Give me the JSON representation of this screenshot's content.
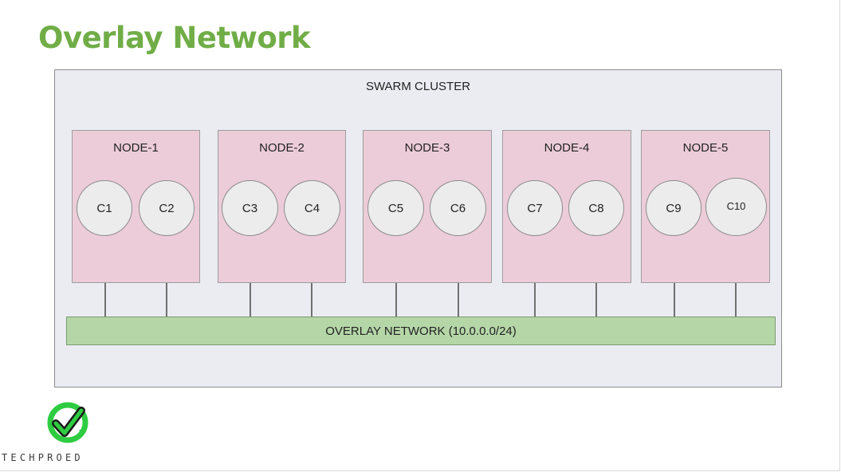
{
  "slide": {
    "title": "Overlay Network"
  },
  "cluster": {
    "label": "SWARM CLUSTER"
  },
  "nodes": [
    {
      "label": "NODE-1",
      "containers": [
        "C1",
        "C2"
      ]
    },
    {
      "label": "NODE-2",
      "containers": [
        "C3",
        "C4"
      ]
    },
    {
      "label": "NODE-3",
      "containers": [
        "C5",
        "C6"
      ]
    },
    {
      "label": "NODE-4",
      "containers": [
        "C7",
        "C8"
      ]
    },
    {
      "label": "NODE-5",
      "containers": [
        "C9",
        "C10"
      ]
    }
  ],
  "network": {
    "label": "OVERLAY NETWORK (10.0.0.0/24)"
  },
  "logo": {
    "text": "TECHPROED",
    "icon": "checkmark-icon",
    "colors": {
      "primary": "#2ecc40",
      "dark": "#1a1a1a"
    }
  },
  "colors": {
    "title": "#70ad47",
    "cluster_bg": "#eaecf2",
    "node_bg": "#ecccd8",
    "network_bg": "#b5d7a8",
    "container_bg": "#ececec"
  }
}
